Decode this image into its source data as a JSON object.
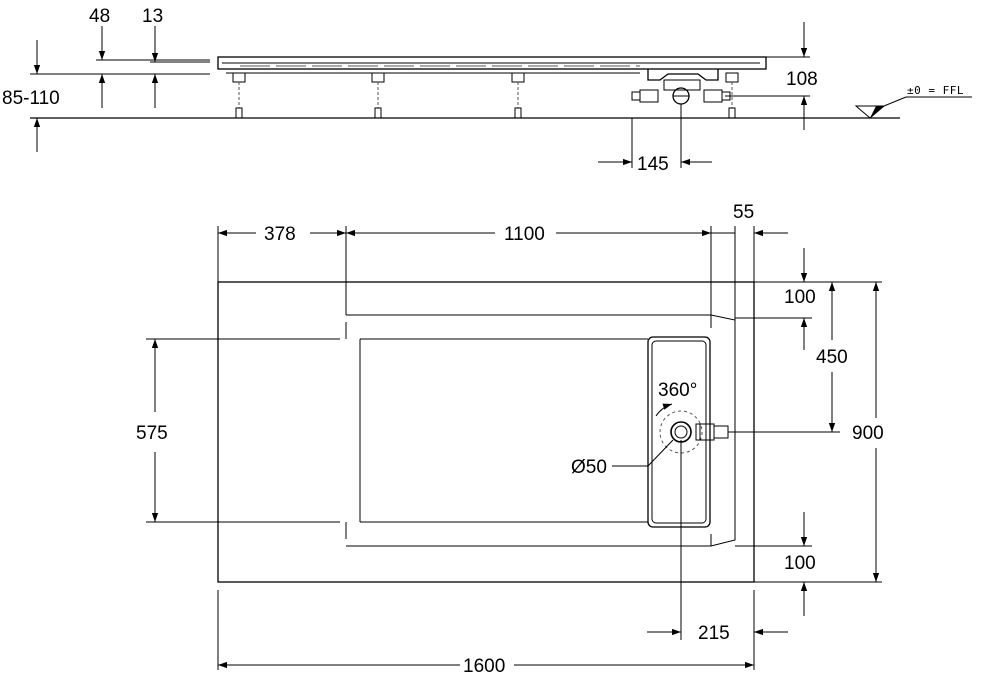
{
  "side_view": {
    "dims": {
      "d48": "48",
      "d13": "13",
      "d85_110": "85-110",
      "d108": "108",
      "d145": "145"
    },
    "floor_level_label": "±0 = FFL"
  },
  "plan_view": {
    "dims": {
      "d378": "378",
      "d1100": "1100",
      "d55": "55",
      "d100_top": "100",
      "d450": "450",
      "d900": "900",
      "d575": "575",
      "d100_bottom": "100",
      "d215": "215",
      "d1600": "1600"
    },
    "labels": {
      "rotation": "360°",
      "drain_diameter": "Ø50"
    }
  }
}
